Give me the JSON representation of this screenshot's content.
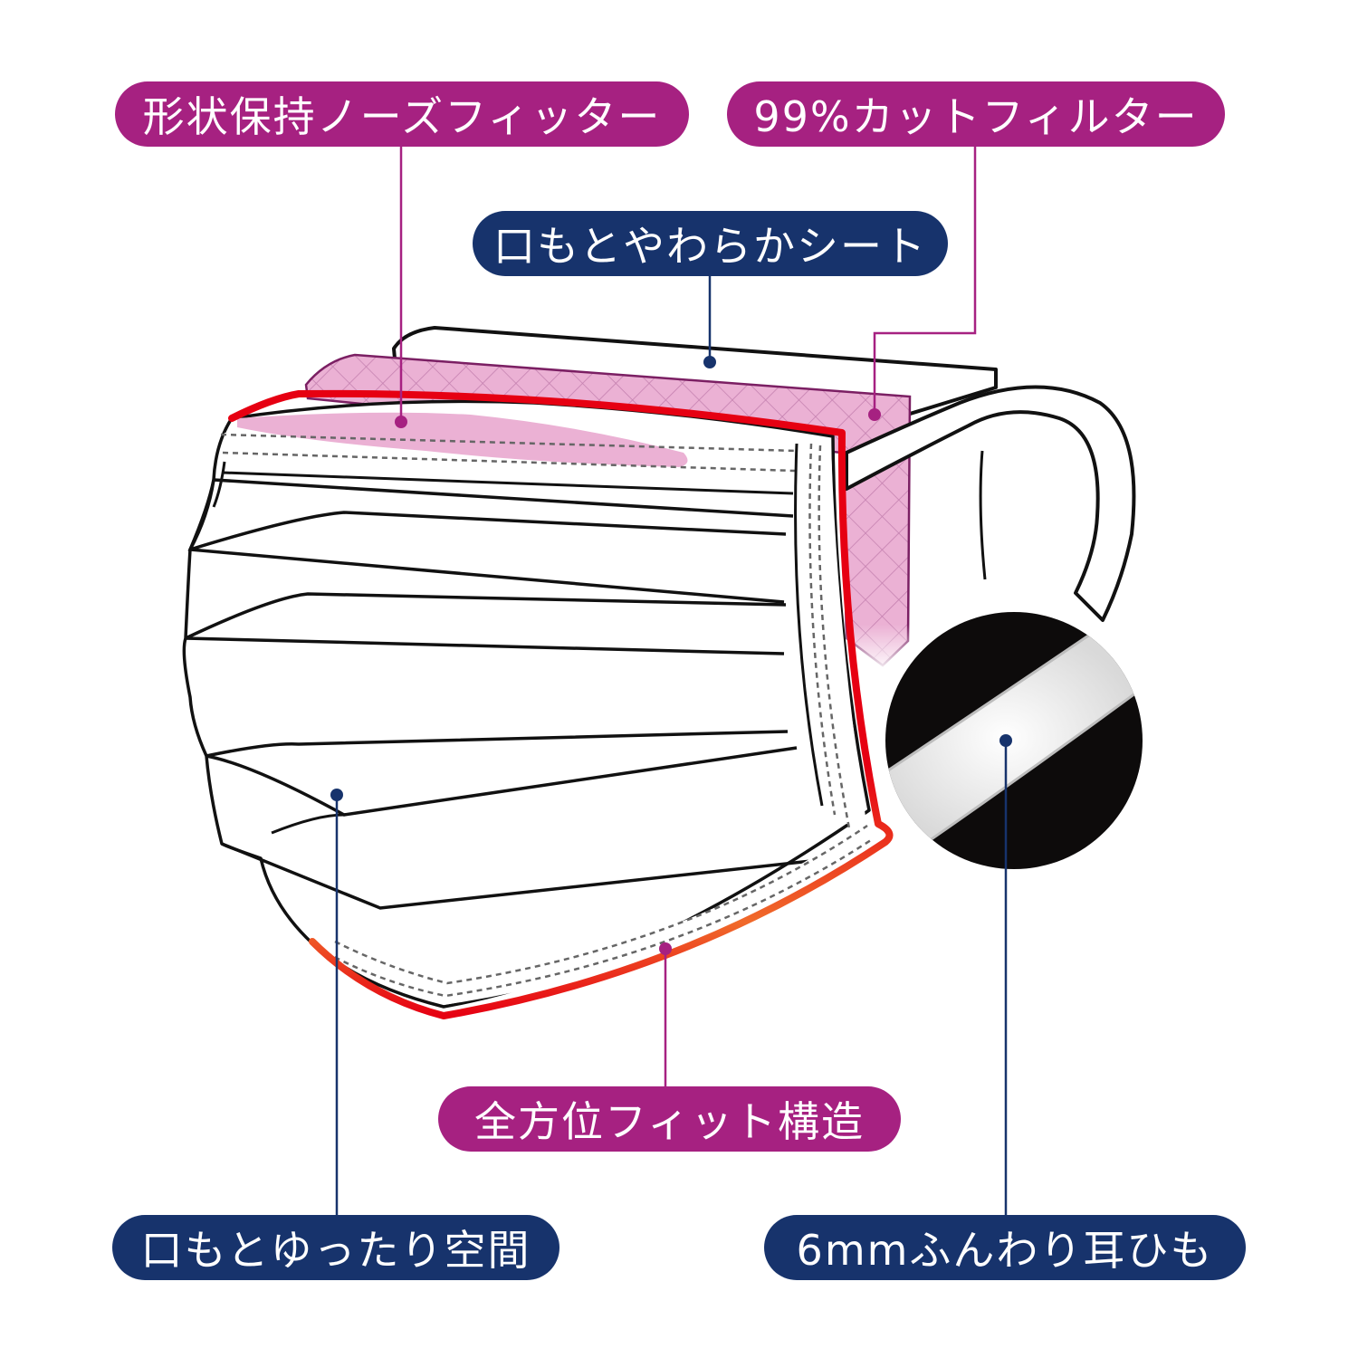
{
  "colors": {
    "magenta": "#a62181",
    "navy": "#17336c",
    "red": "#e60012",
    "pink_fill": "#ebb1d4",
    "black": "#111111"
  },
  "labels": {
    "nose_fitter": "形状保持ノーズフィッター",
    "filter": "99%カットフィルター",
    "soft_sheet": "口もとやわらかシート",
    "fit_structure": "全方位フィット構造",
    "mouth_space": "口もとゆったり空間",
    "ear_loop": "6mmふんわり耳ひも"
  },
  "icons": {
    "mask": "mask-illustration",
    "ear_loop_closeup": "ear-loop-closeup-circle"
  }
}
